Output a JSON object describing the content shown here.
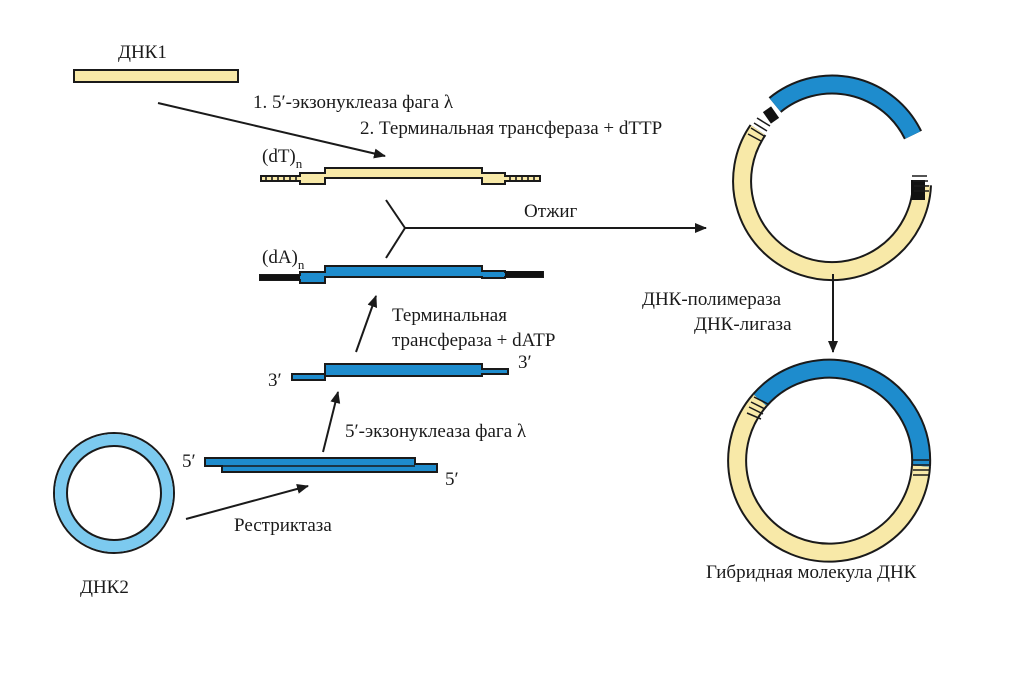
{
  "labels": {
    "dna1": "ДНК1",
    "dna2": "ДНК2",
    "step1": "1. 5′-экзонуклеаза фага λ",
    "step2": "2. Терминальная трансфераза + dTTP",
    "dt_tail": "(dT)",
    "da_tail": "(dA)",
    "tail_sub": "n",
    "annealing": "Отжиг",
    "polymerase": "ДНК-полимераза",
    "ligase": "ДНК-лигаза",
    "terminal_transferase_line1": "Терминальная",
    "terminal_transferase_line2": "трансфераза + dATP",
    "exonuclease": "5′-экзонуклеаза фага λ",
    "restrictase": "Рестриктаза",
    "hybrid": "Гибридная молекула ДНК",
    "end_3": "3′",
    "end_5": "5′"
  },
  "colors": {
    "dna1_fill": "#f8e9a8",
    "dna2_fill": "#1e8ccd",
    "dna2_ring": "#7ccaef",
    "outline": "#1a1a1a",
    "tail_da": "#111111"
  }
}
